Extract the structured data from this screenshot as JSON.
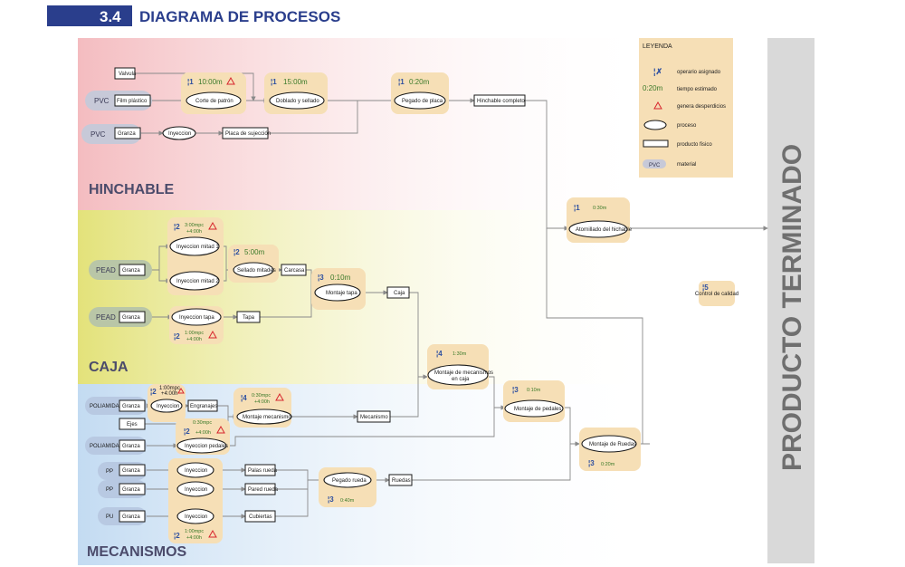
{
  "header": {
    "number": "3.4",
    "title": "DIAGRAMA DE PROCESOS"
  },
  "sections": {
    "hinchable": "HINCHABLE",
    "caja": "CAJA",
    "mecanismos": "MECANISMOS"
  },
  "final": "PRODUCTO TERMINADO",
  "legend": {
    "title": "LEYENDA",
    "op_icon": "¦✗",
    "op_label": "operario asignado",
    "time_sample": "0:20m",
    "time_label": "tiempo estimado",
    "waste_label": "genera desperdicios",
    "process_label": "proceso",
    "product_label": "producto fisico",
    "material_sample": "PVC",
    "material_label": "material"
  },
  "materials": {
    "pvc1": "PVC",
    "pvc2": "PVC",
    "pead1": "PEAD",
    "pead2": "PEAD",
    "poliamida1": "POLIAMIDA",
    "poliamida2": "POLIAMIDA",
    "pp1": "PP",
    "pp2": "PP",
    "pu": "PU"
  },
  "products": {
    "valvula": "Valvula",
    "film": "Film plástico",
    "granza_pvc": "Granza",
    "placa_sujecion": "Placa de sujección",
    "hinchable_completo": "Hinchable completo",
    "granza_pead1": "Granza",
    "granza_pead2": "Granza",
    "carcasa": "Carcasa",
    "tapa": "Tapa",
    "caja": "Caja",
    "granza_pa1": "Granza",
    "engranajes": "Engranajes",
    "ejes": "Ejes",
    "granza_pa2": "Granza",
    "mecanismo": "Mecanismo",
    "granza_pp1": "Granza",
    "granza_pp2": "Granza",
    "granza_pu": "Granza",
    "palas_rueda": "Palas rueda",
    "pared_rueda": "Pared rueda",
    "cubiertas": "Cubiertas",
    "ruedas": "Ruedas"
  },
  "processes": {
    "corte": {
      "label": "Corte de patrón",
      "op": "1",
      "time": "10:00m"
    },
    "doblado": {
      "label": "Doblado y sellado",
      "op": "1",
      "time": "15:00m"
    },
    "pegado_placa": {
      "label": "Pegado de placa",
      "op": "1",
      "time": "0:20m"
    },
    "inyeccion_pvc": {
      "label": "Inyeccion"
    },
    "atornillado": {
      "label": "Atornillado del hichable",
      "op": "1",
      "time": "0:30m"
    },
    "control": {
      "label": "Control de calidad",
      "op": "5"
    },
    "iny_mitad1": {
      "label": "Inyeccion mitad 1",
      "op": "2",
      "time": "3:00mpc",
      "time2": "+4:00h"
    },
    "iny_mitad2": {
      "label": "Inyeccion mitad 2"
    },
    "sellado_mitades": {
      "label": "Sellado mitades",
      "op": "2",
      "time": "5:00m"
    },
    "montaje_tapa": {
      "label": "Montaje tapa",
      "op": "3",
      "time": "0:10m"
    },
    "iny_tapa": {
      "label": "Inyeccion tapa",
      "op": "2",
      "time": "1:00mpc",
      "time2": "+4:00h"
    },
    "montaje_mec_caja": {
      "label1": "Montaje de mecanismos",
      "label2": "en caja",
      "op": "4",
      "time": "1:30m"
    },
    "iny_engranajes": {
      "label": "Inyeccion",
      "op": "2",
      "time": "1:00mpc",
      "time2": "+4:00h"
    },
    "montaje_mecanismo": {
      "label": "Montaje mecanismo",
      "op": "4",
      "time": "0:30mpc",
      "time2": "+4:00h"
    },
    "iny_pedales": {
      "label": "Inyeccion pedales",
      "op": "2",
      "time": "0:30mpc",
      "time2": "+4:00h"
    },
    "montaje_pedales": {
      "label": "Montaje de pedales",
      "op": "3",
      "time": "0:10m"
    },
    "montaje_ruedas": {
      "label": "Montaje de Ruedas",
      "op": "3",
      "time": "0:20m"
    },
    "iny_palas": {
      "label": "Inyeccion"
    },
    "iny_pared": {
      "label": "Inyeccion"
    },
    "iny_cubiertas": {
      "label": "Inyeccion",
      "op": "2",
      "time": "1:00mpc",
      "time2": "+4:00h"
    },
    "pegado_rueda": {
      "label": "Pegado rueda",
      "op": "3",
      "time": "0:40m"
    }
  },
  "colors": {
    "header_blue": "#2a3e8c",
    "hinchable_zone": "#f6c9cc",
    "caja_zone": "#e6e58c",
    "mecanismos_zone": "#cfe2f3",
    "process_bg": "#f6dfb6",
    "warning": "#d7262e",
    "final_bar": "#d9d9d9"
  }
}
